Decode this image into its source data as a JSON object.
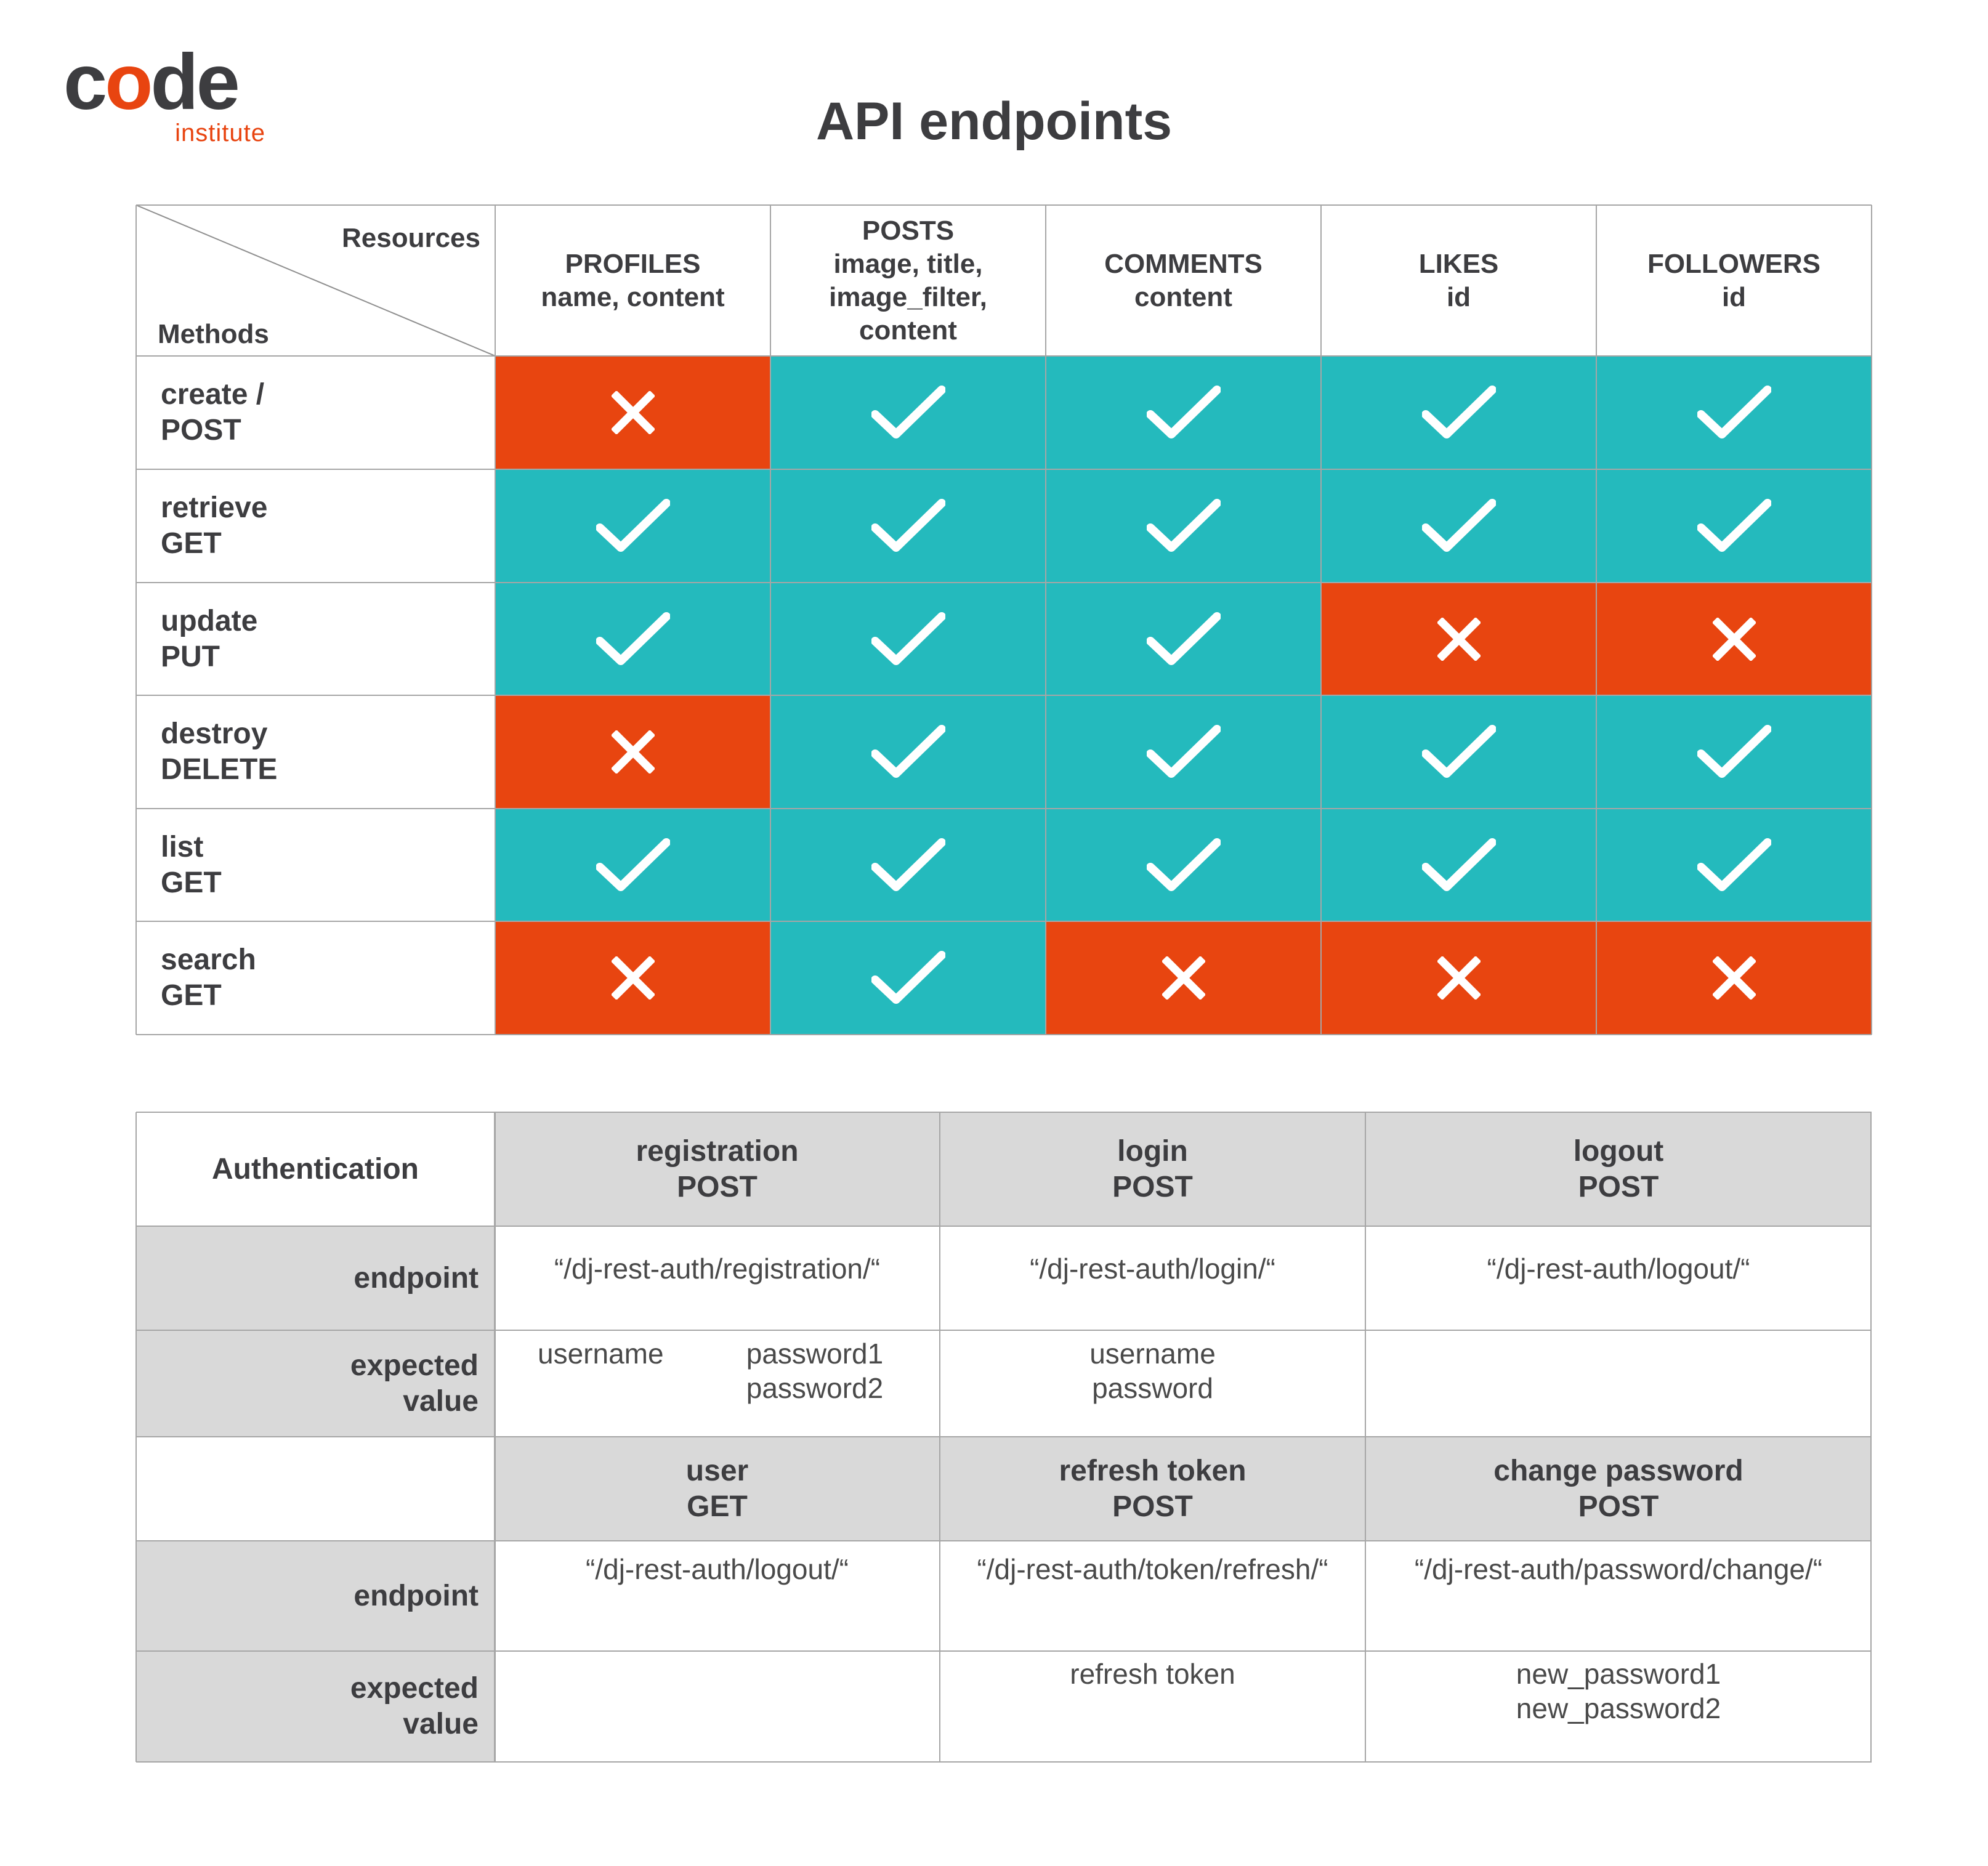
{
  "logo": {
    "word_start": "c",
    "word_o": "o",
    "word_end": "de",
    "sub": "institute",
    "brand_color": "#e84410"
  },
  "title": "API endpoints",
  "colors": {
    "allowed": "#24babd",
    "not_allowed": "#e84510",
    "header_gray": "#d9d9d9"
  },
  "resources_table": {
    "corner_resources": "Resources",
    "corner_methods": "Methods",
    "columns": [
      "PROFILES\nname, content",
      "POSTS\nimage, title,\nimage_filter,\ncontent",
      "COMMENTS\ncontent",
      "LIKES\nid",
      "FOLLOWERS\nid"
    ],
    "rows": [
      {
        "label": "create /\nPOST",
        "allowed": [
          false,
          true,
          true,
          true,
          true
        ]
      },
      {
        "label": "retrieve\nGET",
        "allowed": [
          true,
          true,
          true,
          true,
          true
        ]
      },
      {
        "label": "update\nPUT",
        "allowed": [
          true,
          true,
          true,
          false,
          false
        ]
      },
      {
        "label": "destroy\nDELETE",
        "allowed": [
          false,
          true,
          true,
          true,
          true
        ]
      },
      {
        "label": "list\nGET",
        "allowed": [
          true,
          true,
          true,
          true,
          true
        ]
      },
      {
        "label": "search\nGET",
        "allowed": [
          false,
          true,
          false,
          false,
          false
        ]
      }
    ]
  },
  "auth_table": {
    "title": "Authentication",
    "endpoint_label": "endpoint",
    "expected_label": "expected\nvalue",
    "group1": [
      {
        "header": "registration\nPOST",
        "endpoint": "“/dj-rest-auth/registration/“",
        "expected_left": "username",
        "expected_right": "password1\npassword2"
      },
      {
        "header": "login\nPOST",
        "endpoint": "“/dj-rest-auth/login/“",
        "expected": "username\npassword"
      },
      {
        "header": "logout\nPOST",
        "endpoint": "“/dj-rest-auth/logout/“",
        "expected": ""
      }
    ],
    "group2": [
      {
        "header": "user\nGET",
        "endpoint": "“/dj-rest-auth/logout/“",
        "expected": ""
      },
      {
        "header": "refresh token\nPOST",
        "endpoint": "“/dj-rest-auth/token/refresh/“",
        "expected": "refresh token"
      },
      {
        "header": "change password\nPOST",
        "endpoint": "“/dj-rest-auth/password/change/“",
        "expected": "new_password1\nnew_password2"
      }
    ]
  }
}
